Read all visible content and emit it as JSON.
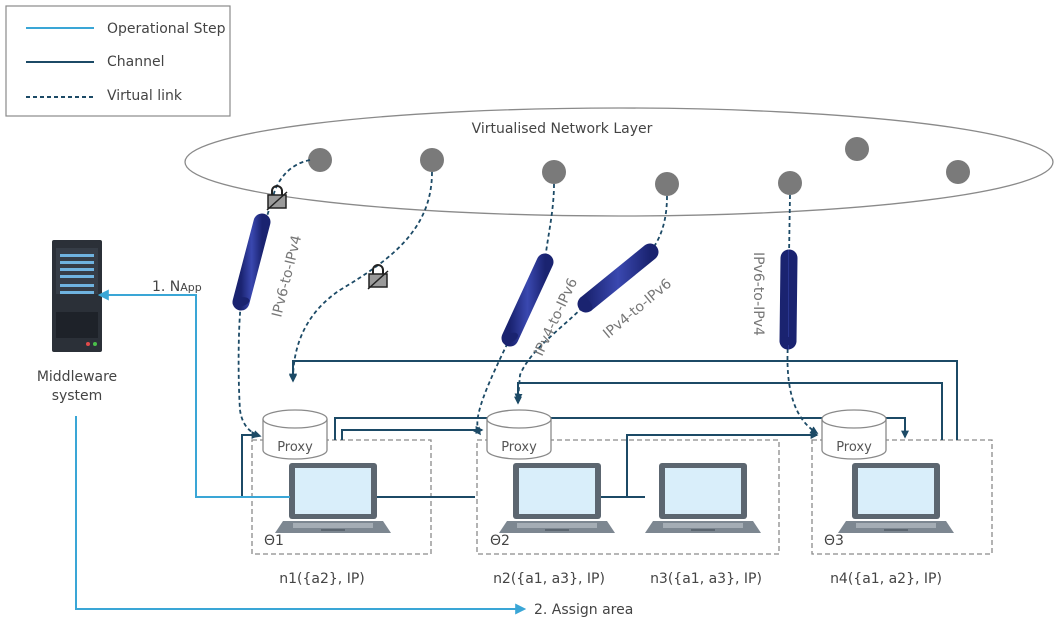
{
  "legend": {
    "operational_step": "Operational Step",
    "channel": "Channel",
    "virtual_link": "Virtual link"
  },
  "layer_title": "Virtualised Network Layer",
  "middleware": {
    "line1": "Middleware",
    "line2": "system"
  },
  "steps": {
    "step1_prefix": "1. N",
    "step1_sub": "App",
    "step2": "2. Assign area"
  },
  "tunnels": {
    "t1": "IPv6-to-IPv4",
    "t2": "IPv4-to-IPv6",
    "t3": "IPv4-to-IPv6",
    "t4": "IPv6-to-IPv4"
  },
  "proxy_label": "Proxy",
  "areas": {
    "a1": "Θ1",
    "a2": "Θ2",
    "a3": "Θ3"
  },
  "nodes": {
    "n1": "n1({a2}, IP)",
    "n2": "n2({a1,  a3}, IP)",
    "n3": "n3({a1,  a3}, IP)",
    "n4": "n4({a1,  a2}, IP)"
  },
  "colors": {
    "operational": "#3aa6d6",
    "channel": "#1c4a66",
    "tunnel": "#232f8a",
    "node": "#7a7a7a",
    "laptop_screen": "#d9eefa"
  }
}
